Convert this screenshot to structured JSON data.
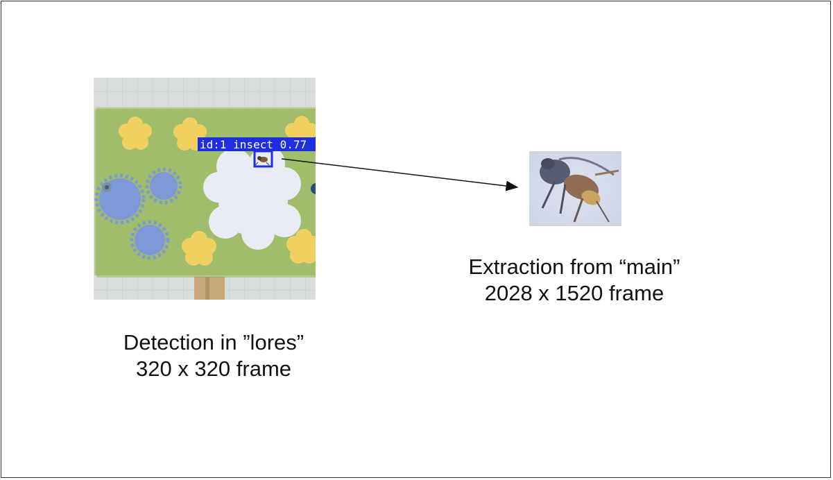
{
  "colors": {
    "board_green": "#9fbd6a",
    "flower_yellow": "#f0d060",
    "flower_blue": "#7f98d8",
    "cloud_white": "#e8eaf4",
    "detection_box": "#1f2fe0",
    "background_grid": "#d8dcd8",
    "outline": "#333333"
  },
  "lores_panel": {
    "detection_label": "id:1 insect 0.77",
    "caption_line1": "Detection in ”lores”",
    "caption_line2": "320 x 320 frame"
  },
  "main_panel": {
    "caption_line1": "Extraction from “main”",
    "caption_line2": "2028 x 1520 frame"
  },
  "icons": {
    "arrow": "arrow-right-icon",
    "insect": "insect-icon"
  }
}
